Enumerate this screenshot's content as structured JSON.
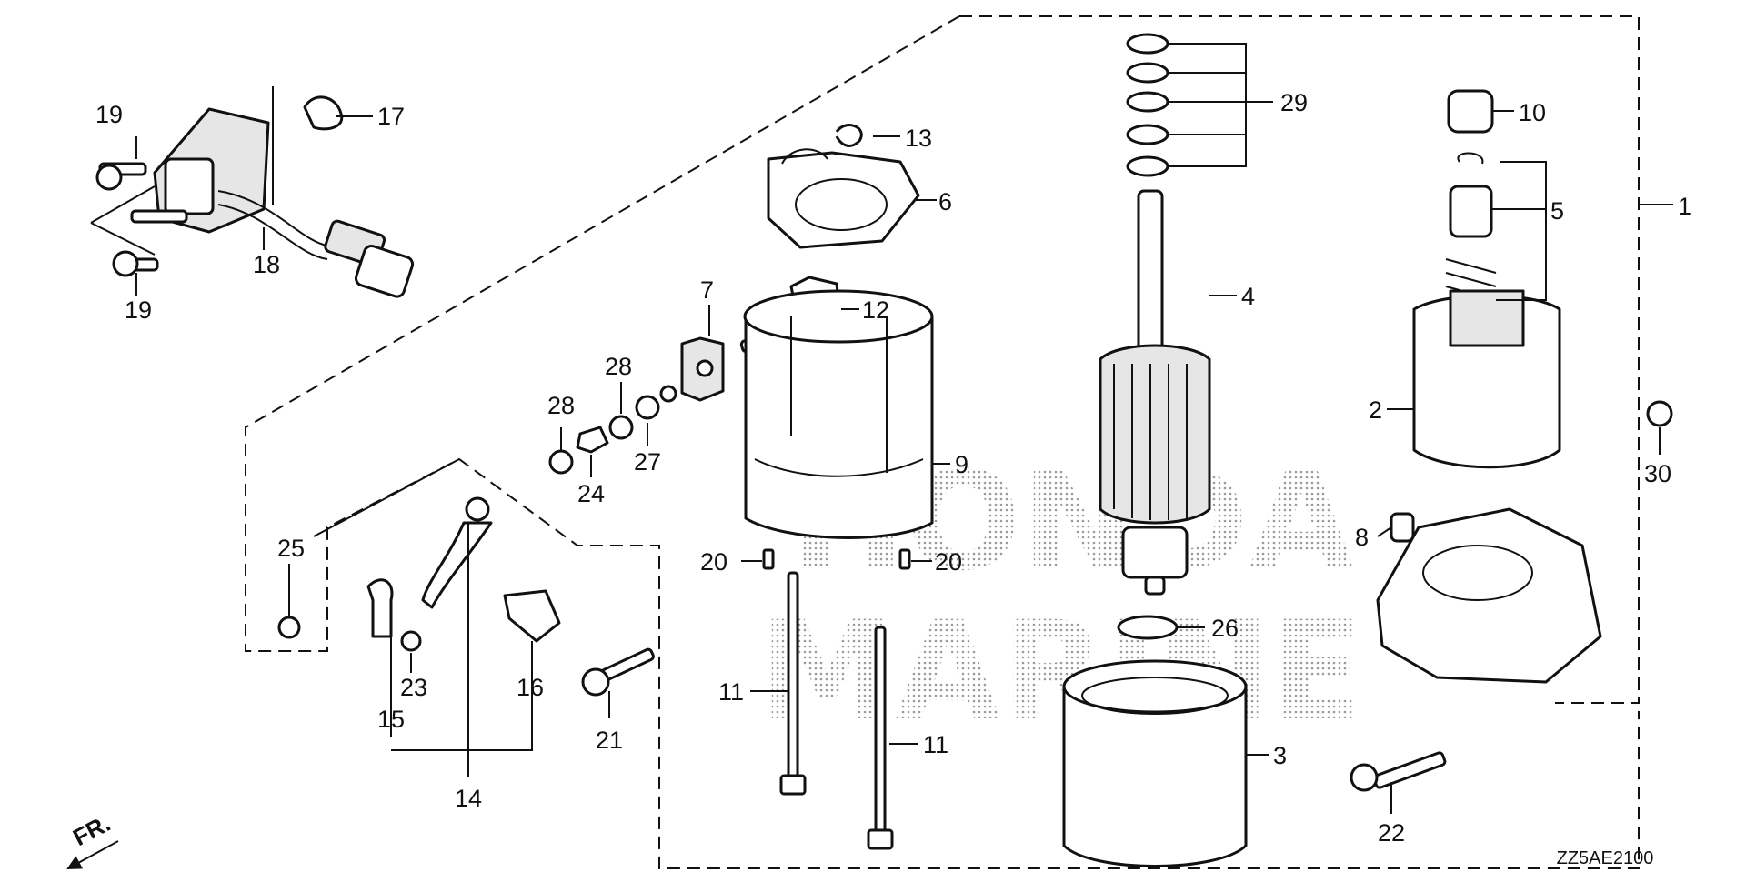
{
  "callouts": [
    "19",
    "17",
    "18",
    "19",
    "13",
    "6",
    "29",
    "10",
    "5",
    "1",
    "7",
    "12",
    "28",
    "28",
    "24",
    "27",
    "4",
    "2",
    "30",
    "9",
    "25",
    "8",
    "20",
    "20",
    "26",
    "21",
    "23",
    "15",
    "16",
    "14",
    "11",
    "11",
    "3",
    "22"
  ],
  "direction_marker": "FR.",
  "diagram_code": "ZZ5AE2100",
  "watermark_lines": [
    "HONDA",
    "MARINE"
  ]
}
